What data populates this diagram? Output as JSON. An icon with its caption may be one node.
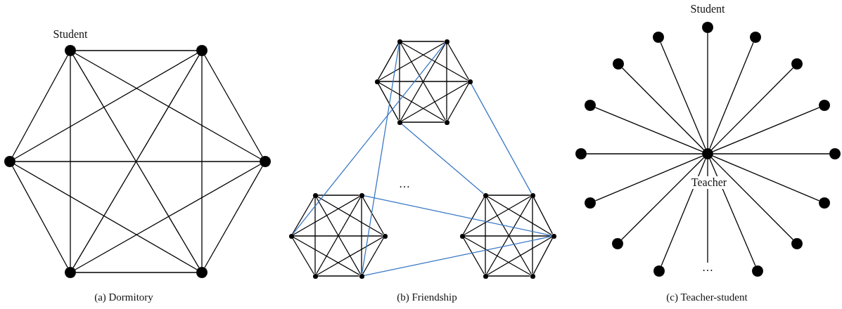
{
  "diagram": {
    "nodes": [
      {
        "text": [],
        "shape": "circle",
        "beside": [
          "Student"
        ]
      },
      {
        "text": [],
        "shape": "circle"
      },
      {
        "text": [],
        "shape": "circle"
      },
      {
        "text": [],
        "shape": "circle"
      },
      {
        "text": [],
        "shape": "circle"
      },
      {
        "text": [],
        "shape": "circle"
      },
      {
        "text": [],
        "shape": "circle"
      },
      {
        "text": [],
        "shape": "circle"
      },
      {
        "text": [],
        "shape": "circle"
      },
      {
        "text": [],
        "shape": "circle"
      },
      {
        "text": [],
        "shape": "circle"
      },
      {
        "text": [],
        "shape": "circle"
      },
      {
        "text": [],
        "shape": "circle"
      },
      {
        "text": [],
        "shape": "circle"
      },
      {
        "text": [],
        "shape": "circle"
      },
      {
        "text": [],
        "shape": "circle"
      },
      {
        "text": [],
        "shape": "circle"
      },
      {
        "text": [],
        "shape": "circle"
      },
      {
        "text": [],
        "shape": "circle"
      },
      {
        "text": [],
        "shape": "circle"
      },
      {
        "text": [],
        "shape": "circle"
      },
      {
        "text": [],
        "shape": "circle"
      },
      {
        "text": [],
        "shape": "circle"
      },
      {
        "text": [],
        "shape": "circle"
      },
      {
        "text": [],
        "shape": "circle",
        "beside": [
          "Student"
        ]
      },
      {
        "text": [],
        "shape": "circle"
      },
      {
        "text": [],
        "shape": "circle"
      },
      {
        "text": [],
        "shape": "circle"
      },
      {
        "text": [],
        "shape": "circle"
      },
      {
        "text": [],
        "shape": "circle"
      },
      {
        "text": [],
        "shape": "circle"
      },
      {
        "text": [],
        "shape": "circle"
      },
      {
        "text": [],
        "shape": "circle",
        "beside": [
          "Teacher"
        ]
      },
      {
        "text": [],
        "shape": "circle"
      },
      {
        "text": [],
        "shape": "circle"
      },
      {
        "text": [],
        "shape": "circle"
      },
      {
        "text": [],
        "shape": "circle"
      },
      {
        "text": [],
        "shape": "circle"
      },
      {
        "text": [],
        "shape": "circle"
      },
      {
        "text": [],
        "shape": "circle"
      }
    ],
    "edges": [
      {
        "from": 0,
        "to": 1,
        "arrow": "none"
      },
      {
        "from": 0,
        "to": 2,
        "arrow": "none"
      },
      {
        "from": 0,
        "to": 3,
        "arrow": "none"
      },
      {
        "from": 0,
        "to": 4,
        "arrow": "none"
      },
      {
        "from": 0,
        "to": 5,
        "arrow": "none"
      },
      {
        "from": 1,
        "to": 2,
        "arrow": "none"
      },
      {
        "from": 1,
        "to": 3,
        "arrow": "none"
      },
      {
        "from": 1,
        "to": 4,
        "arrow": "none"
      },
      {
        "from": 1,
        "to": 5,
        "arrow": "none"
      },
      {
        "from": 2,
        "to": 3,
        "arrow": "none"
      },
      {
        "from": 2,
        "to": 4,
        "arrow": "none"
      },
      {
        "from": 2,
        "to": 5,
        "arrow": "none"
      },
      {
        "from": 3,
        "to": 4,
        "arrow": "none"
      },
      {
        "from": 3,
        "to": 5,
        "arrow": "none"
      },
      {
        "from": 4,
        "to": 5,
        "arrow": "none"
      },
      {
        "from": 6,
        "to": 7,
        "arrow": "none"
      },
      {
        "from": 6,
        "to": 8,
        "arrow": "none"
      },
      {
        "from": 6,
        "to": 9,
        "arrow": "none"
      },
      {
        "from": 6,
        "to": 10,
        "arrow": "none"
      },
      {
        "from": 6,
        "to": 11,
        "arrow": "none"
      },
      {
        "from": 7,
        "to": 8,
        "arrow": "none"
      },
      {
        "from": 7,
        "to": 9,
        "arrow": "none"
      },
      {
        "from": 7,
        "to": 10,
        "arrow": "none"
      },
      {
        "from": 7,
        "to": 11,
        "arrow": "none"
      },
      {
        "from": 8,
        "to": 9,
        "arrow": "none"
      },
      {
        "from": 8,
        "to": 10,
        "arrow": "none"
      },
      {
        "from": 8,
        "to": 11,
        "arrow": "none"
      },
      {
        "from": 9,
        "to": 10,
        "arrow": "none"
      },
      {
        "from": 9,
        "to": 11,
        "arrow": "none"
      },
      {
        "from": 10,
        "to": 11,
        "arrow": "none"
      },
      {
        "from": 12,
        "to": 13,
        "arrow": "none"
      },
      {
        "from": 12,
        "to": 14,
        "arrow": "none"
      },
      {
        "from": 12,
        "to": 15,
        "arrow": "none"
      },
      {
        "from": 12,
        "to": 16,
        "arrow": "none"
      },
      {
        "from": 12,
        "to": 17,
        "arrow": "none"
      },
      {
        "from": 13,
        "to": 14,
        "arrow": "none"
      },
      {
        "from": 13,
        "to": 15,
        "arrow": "none"
      },
      {
        "from": 13,
        "to": 16,
        "arrow": "none"
      },
      {
        "from": 13,
        "to": 17,
        "arrow": "none"
      },
      {
        "from": 14,
        "to": 15,
        "arrow": "none"
      },
      {
        "from": 14,
        "to": 16,
        "arrow": "none"
      },
      {
        "from": 14,
        "to": 17,
        "arrow": "none"
      },
      {
        "from": 15,
        "to": 16,
        "arrow": "none"
      },
      {
        "from": 15,
        "to": 17,
        "arrow": "none"
      },
      {
        "from": 16,
        "to": 17,
        "arrow": "none"
      },
      {
        "from": 18,
        "to": 19,
        "arrow": "none"
      },
      {
        "from": 18,
        "to": 20,
        "arrow": "none"
      },
      {
        "from": 18,
        "to": 21,
        "arrow": "none"
      },
      {
        "from": 18,
        "to": 22,
        "arrow": "none"
      },
      {
        "from": 18,
        "to": 23,
        "arrow": "none"
      },
      {
        "from": 19,
        "to": 20,
        "arrow": "none"
      },
      {
        "from": 19,
        "to": 21,
        "arrow": "none"
      },
      {
        "from": 19,
        "to": 22,
        "arrow": "none"
      },
      {
        "from": 19,
        "to": 23,
        "arrow": "none"
      },
      {
        "from": 20,
        "to": 21,
        "arrow": "none"
      },
      {
        "from": 20,
        "to": 22,
        "arrow": "none"
      },
      {
        "from": 20,
        "to": 23,
        "arrow": "none"
      },
      {
        "from": 21,
        "to": 22,
        "arrow": "none"
      },
      {
        "from": 21,
        "to": 23,
        "arrow": "none"
      },
      {
        "from": 22,
        "to": 23,
        "arrow": "none"
      },
      {
        "from": 6,
        "to": 17,
        "arrow": "none",
        "color": "#3a78c4"
      },
      {
        "from": 7,
        "to": 14,
        "arrow": "none",
        "color": "#3a78c4"
      },
      {
        "from": 10,
        "to": 18,
        "arrow": "none",
        "color": "#3a78c4"
      },
      {
        "from": 9,
        "to": 19,
        "arrow": "none",
        "color": "#3a78c4"
      },
      {
        "from": 13,
        "to": 21,
        "arrow": "none",
        "color": "#3a78c4"
      },
      {
        "from": 17,
        "to": 21,
        "arrow": "none",
        "color": "#3a78c4"
      },
      {
        "from": 32,
        "to": 24,
        "arrow": "none"
      },
      {
        "from": 32,
        "to": 25,
        "arrow": "none"
      },
      {
        "from": 32,
        "to": 26,
        "arrow": "none"
      },
      {
        "from": 32,
        "to": 27,
        "arrow": "none"
      },
      {
        "from": 32,
        "to": 28,
        "arrow": "none"
      },
      {
        "from": 32,
        "to": 29,
        "arrow": "none"
      },
      {
        "from": 32,
        "to": 30,
        "arrow": "none"
      },
      {
        "from": 32,
        "to": 31,
        "arrow": "none"
      },
      {
        "from": 32,
        "to": 33,
        "arrow": "none"
      },
      {
        "from": 32,
        "to": 34,
        "arrow": "none"
      },
      {
        "from": 32,
        "to": 35,
        "arrow": "none"
      },
      {
        "from": 32,
        "to": 36,
        "arrow": "none"
      },
      {
        "from": 32,
        "to": 37,
        "arrow": "none"
      },
      {
        "from": 32,
        "to": 38,
        "arrow": "none"
      },
      {
        "from": 32,
        "to": 39,
        "arrow": "none"
      },
      {
        "from": 32,
        "to": null,
        "arrow": "none"
      }
    ],
    "labels": [
      "…",
      "…",
      "(a) Dormitory",
      "(b) Friendship",
      "(c) Teacher-student"
    ]
  }
}
